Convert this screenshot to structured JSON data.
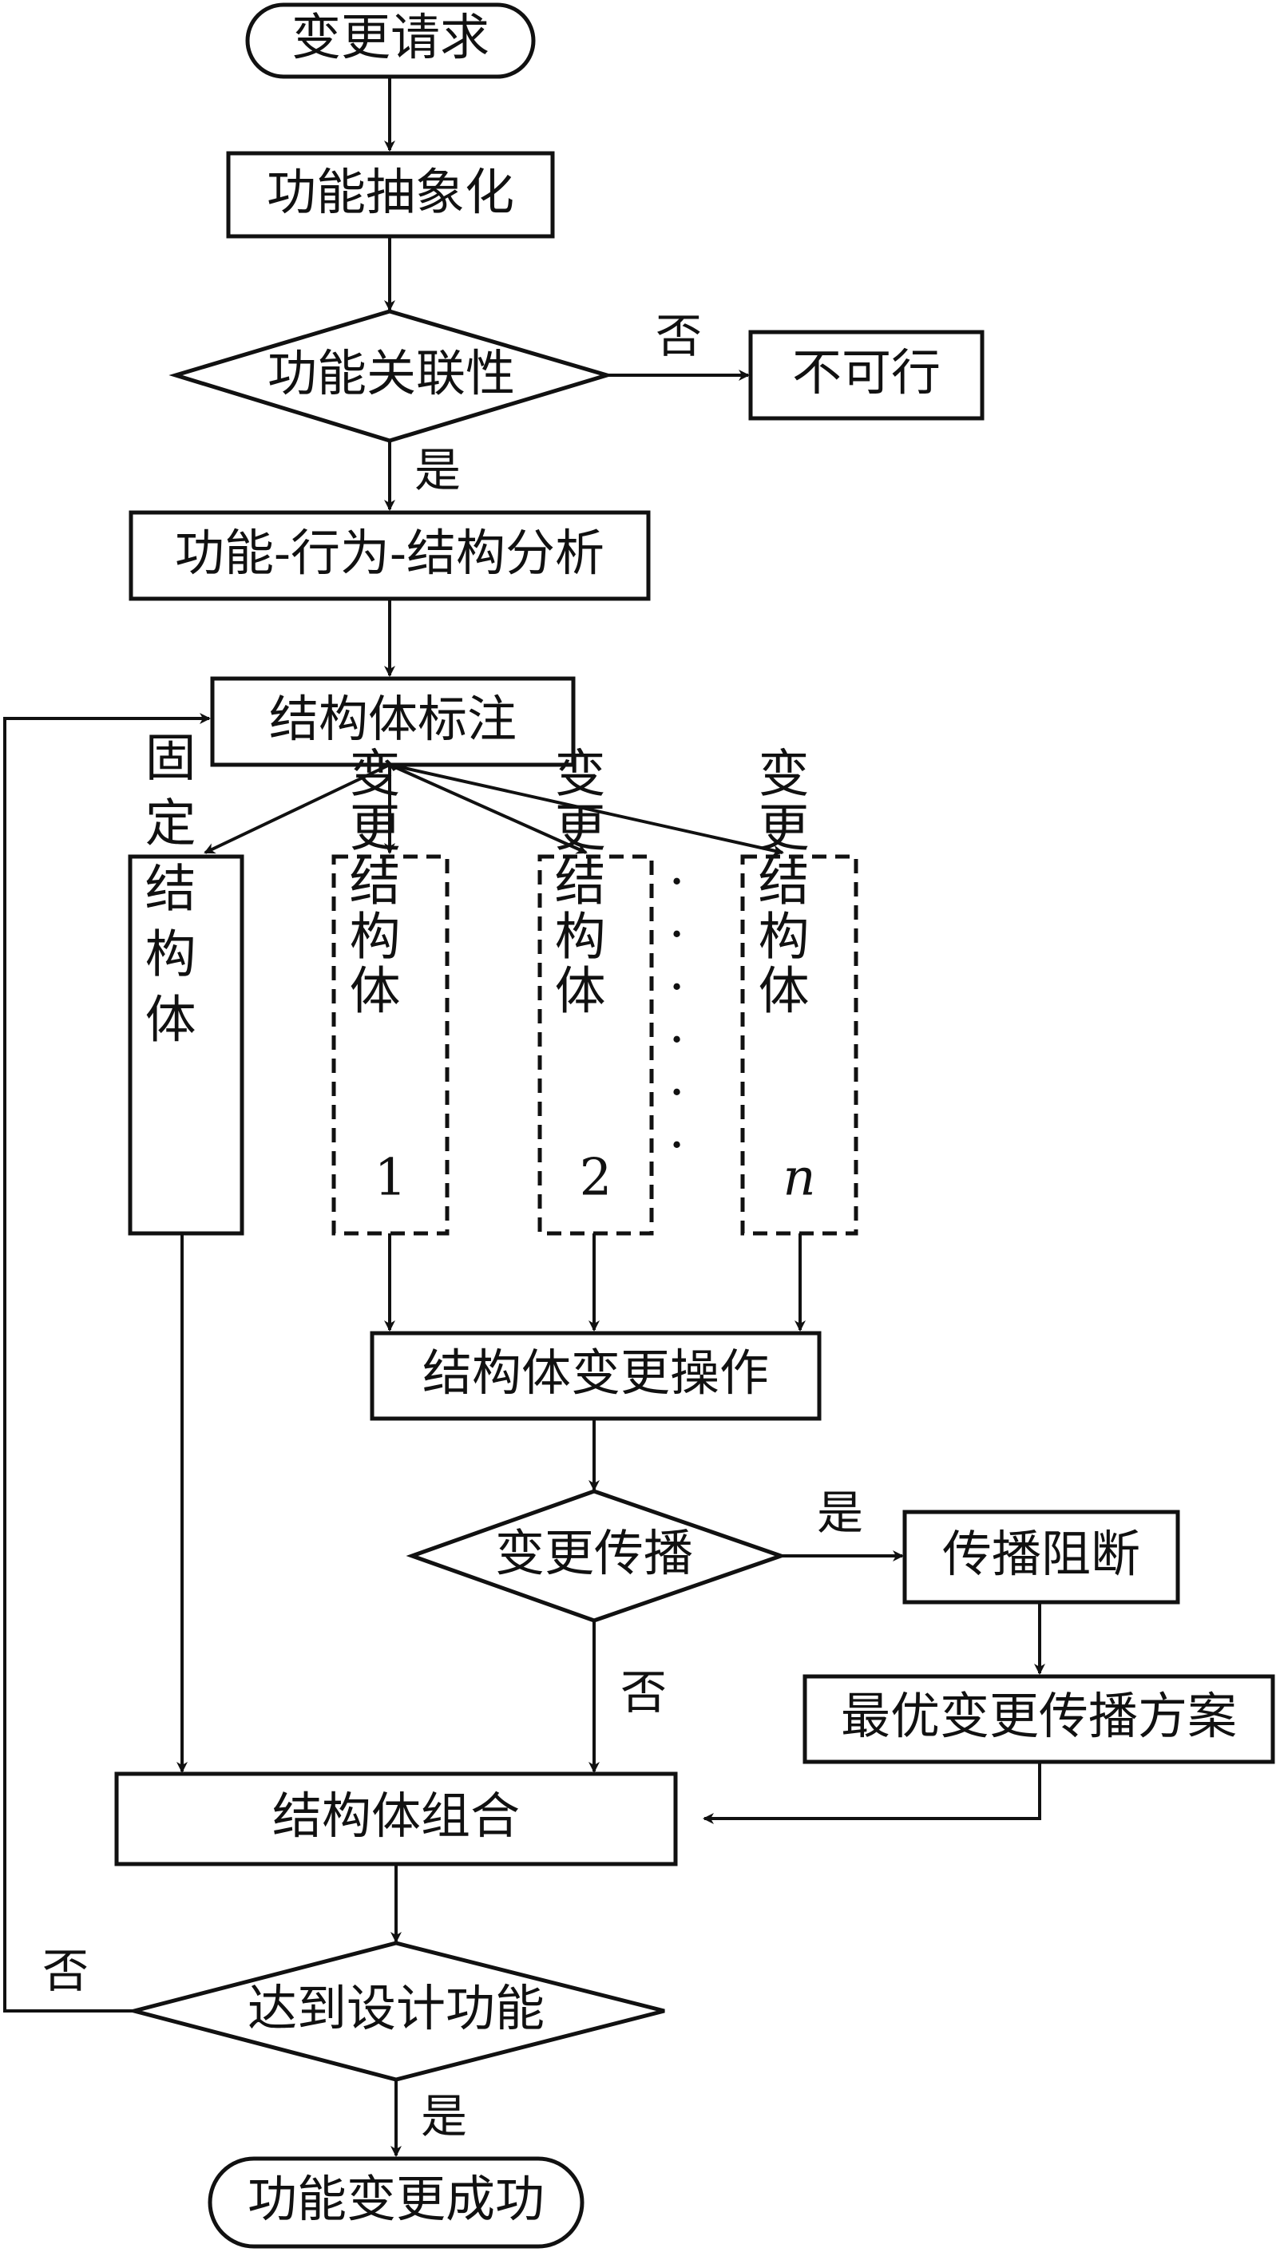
{
  "nodes": {
    "change_request": "变更请求",
    "function_abstraction": "功能抽象化",
    "function_correlation": "功能关联性",
    "infeasible": "不可行",
    "fbs_analysis": "功能-行为-结构分析",
    "structure_annotation": "结构体标注",
    "fixed_structure": "固定结构体",
    "changed_structure_1": {
      "text": "变更结构体",
      "index": "1"
    },
    "changed_structure_2": {
      "text": "变更结构体",
      "index": "2"
    },
    "changed_structure_n": {
      "text": "变更结构体",
      "index": "n"
    },
    "ellipsis": "......",
    "structure_change_operation": "结构体变更操作",
    "change_propagation": "变更传播",
    "propagation_blocking": "传播阻断",
    "optimal_propagation_scheme": "最优变更传播方案",
    "structure_combination": "结构体组合",
    "achieve_design_function": "达到设计功能",
    "function_change_success": "功能变更成功"
  },
  "edge_labels": {
    "correlation_no": "否",
    "correlation_yes": "是",
    "propagation_yes": "是",
    "propagation_no": "否",
    "design_no": "否",
    "design_yes": "是"
  }
}
